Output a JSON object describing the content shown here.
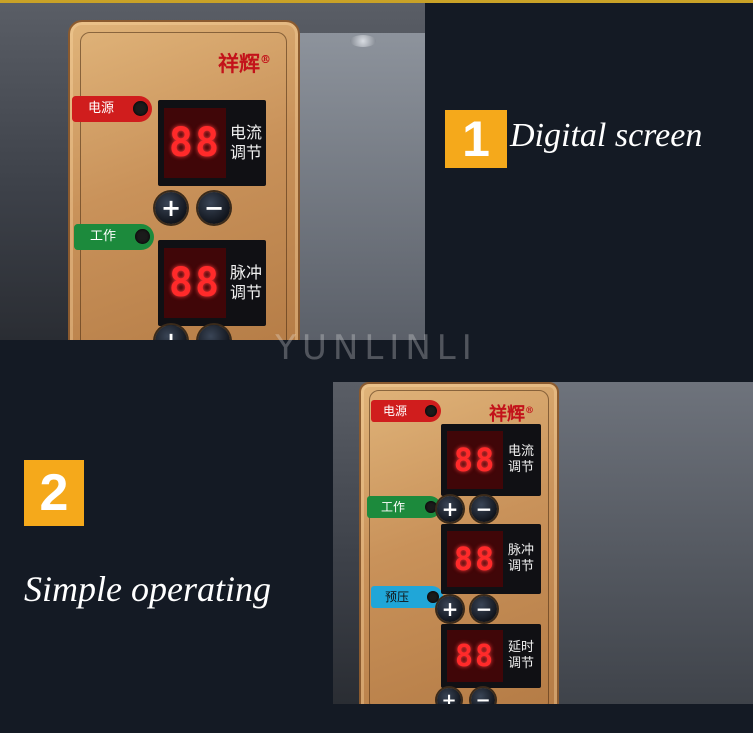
{
  "watermark": "YUNLINLI",
  "features": [
    {
      "number": "1",
      "caption": "Digital screen"
    },
    {
      "number": "2",
      "caption": "Simple operating"
    }
  ],
  "panel_top": {
    "brand": "祥辉",
    "brand_mark": "®",
    "tags": [
      "电源",
      "工作"
    ],
    "displays": [
      {
        "digits": "88",
        "label_line1": "电流",
        "label_line2": "调节"
      },
      {
        "digits": "88",
        "label_line1": "脉冲",
        "label_line2": "调节"
      }
    ]
  },
  "panel_bottom": {
    "brand": "祥辉",
    "brand_mark": "®",
    "tags": [
      "电源",
      "工作",
      "预压"
    ],
    "displays": [
      {
        "digits": "88",
        "label_line1": "电流",
        "label_line2": "调节"
      },
      {
        "digits": "88",
        "label_line1": "脉冲",
        "label_line2": "调节"
      },
      {
        "digits": "88",
        "label_line1": "延时",
        "label_line2": "调节"
      }
    ]
  },
  "buttons": {
    "plus": "+",
    "minus": "−"
  },
  "colors": {
    "accent": "#f5a91b",
    "background": "#141a24",
    "led": "#ff2a2a"
  }
}
